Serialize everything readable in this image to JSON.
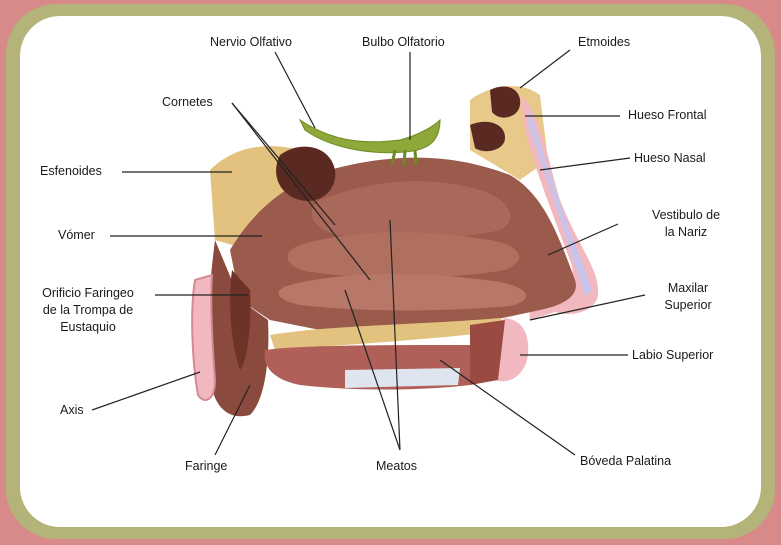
{
  "labels": {
    "nervio_olfativo": "Nervio Olfativo",
    "bulbo_olfatorio": "Bulbo Olfatorio",
    "etmoides": "Etmoides",
    "cornetes": "Cornetes",
    "hueso_frontal": "Hueso Frontal",
    "esfenoides": "Esfenoides",
    "hueso_nasal": "Hueso Nasal",
    "vomer": "Vómer",
    "vestibulo_1": "Vestibulo de",
    "vestibulo_2": "la Nariz",
    "orificio_1": "Orificio Faringeo",
    "orificio_2": "de la Trompa de",
    "orificio_3": "Eustaquio",
    "maxilar_1": "Maxilar",
    "maxilar_2": "Superior",
    "labio_superior": "Labio Superior",
    "axis": "Axis",
    "faringe": "Faringe",
    "meatos": "Meatos",
    "boveda_palatina": "Bóveda Palatina"
  },
  "colors": {
    "tissue": "#9a5a4c",
    "tissue_dark": "#6e3328",
    "bone": "#e8c98a",
    "olfactory": "#8ea83a",
    "cartilage": "#b8b8e0",
    "pink": "#f2b8c0"
  }
}
